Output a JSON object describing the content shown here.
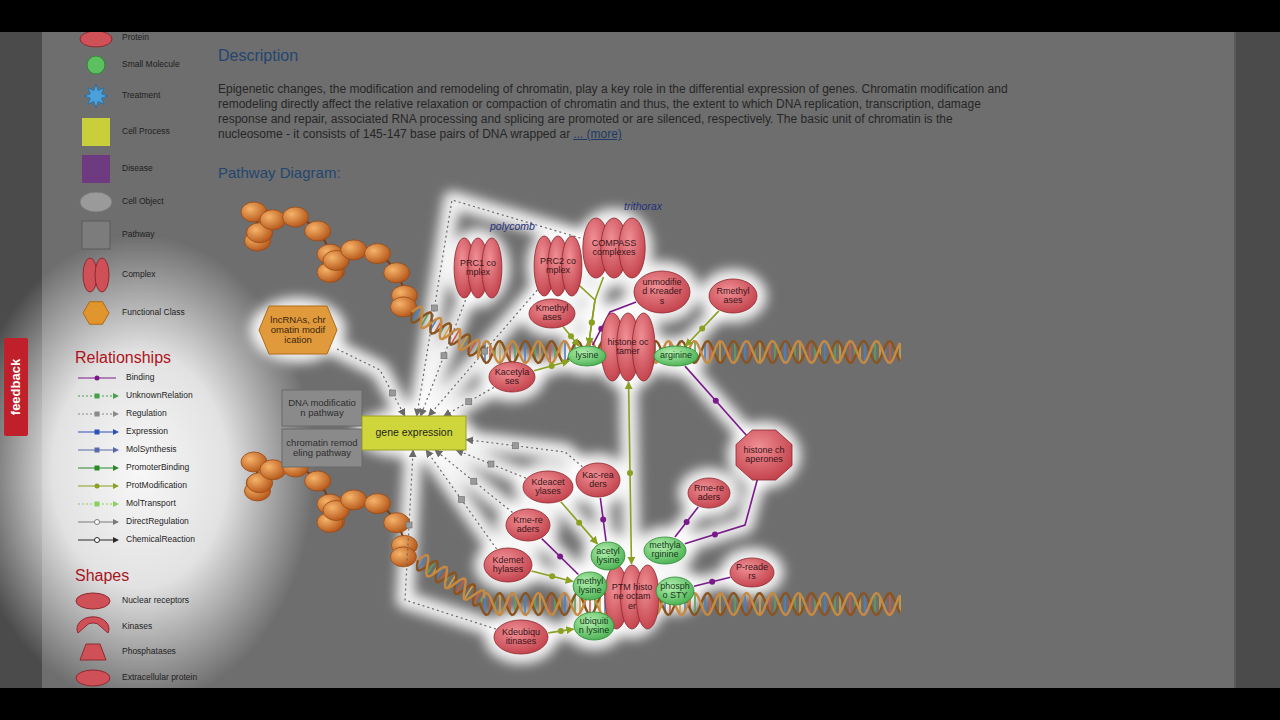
{
  "diagram": {
    "nodes": [
      {
        "text": [
          "PRC1 complex"
        ]
      },
      {
        "text": [
          "PRC2 complex"
        ]
      },
      {
        "text": [
          "COMPASS complexes"
        ]
      },
      {
        "text": [
          "unmodified Kreaders"
        ]
      },
      {
        "text": [
          "Rmethylases"
        ]
      },
      {
        "text": [
          "Kmethylases"
        ]
      },
      {
        "text": [
          "Kacetylases"
        ]
      },
      {
        "text": [
          "histone octamer"
        ]
      },
      {
        "text": [
          "lysine"
        ]
      },
      {
        "text": [
          "arginine"
        ]
      },
      {
        "text": [
          "lncRNAs, chromatin modification"
        ]
      },
      {
        "text": [
          "DNA modification pathway"
        ]
      },
      {
        "text": [
          "chromatin remodeling pathway"
        ]
      },
      {
        "text": [
          "gene expression"
        ]
      },
      {
        "text": [
          "histone chaperones"
        ]
      },
      {
        "text": [
          "Kdeacetylases"
        ]
      },
      {
        "text": [
          "Kac-readers"
        ]
      },
      {
        "text": [
          "Rme-readers"
        ]
      },
      {
        "text": [
          "Kme-readers"
        ]
      },
      {
        "text": [
          "Kdemethylases"
        ]
      },
      {
        "text": [
          "PTM histone octamer"
        ]
      },
      {
        "text": [
          "acetyl lysine"
        ]
      },
      {
        "text": [
          "methylarginine"
        ]
      },
      {
        "text": [
          "P-readers"
        ]
      },
      {
        "text": [
          "methyl lysine"
        ]
      },
      {
        "text": [
          "phospho STY"
        ]
      },
      {
        "text": [
          "ubiquitin lysine"
        ]
      },
      {
        "text": [
          "Kdeubiquitinases"
        ]
      }
    ],
    "edges": [
      {
        "from": 0,
        "to": 13,
        "arrow": "to"
      },
      {
        "from": 1,
        "to": 13,
        "arrow": "to"
      },
      {
        "from": 2,
        "to": 13,
        "arrow": "to"
      },
      {
        "from": 10,
        "to": 13,
        "arrow": "to"
      },
      {
        "from": 5,
        "to": 8,
        "arrow": "to"
      },
      {
        "from": 1,
        "to": 8,
        "arrow": "to"
      },
      {
        "from": 2,
        "to": 8,
        "arrow": "to"
      },
      {
        "from": 3,
        "to": 8,
        "arrow": "none"
      },
      {
        "from": 4,
        "to": 9,
        "arrow": "to"
      },
      {
        "from": 6,
        "to": 8,
        "arrow": "to"
      },
      {
        "from": 20,
        "to": 7,
        "arrow": "both"
      },
      {
        "from": 14,
        "to": 9,
        "arrow": "none"
      },
      {
        "from": 14,
        "to": 22,
        "arrow": "none"
      },
      {
        "from": 15,
        "to": 21,
        "arrow": "to"
      },
      {
        "from": 16,
        "to": 21,
        "arrow": "none"
      },
      {
        "from": 17,
        "to": 22,
        "arrow": "none"
      },
      {
        "from": 18,
        "to": 24,
        "arrow": "none"
      },
      {
        "from": 19,
        "to": 24,
        "arrow": "to"
      },
      {
        "from": 23,
        "to": 25,
        "arrow": "none"
      },
      {
        "from": 27,
        "to": 26,
        "arrow": "to"
      },
      {
        "from": 15,
        "to": 13,
        "arrow": "to"
      },
      {
        "from": 16,
        "to": 13,
        "arrow": "to"
      },
      {
        "from": 18,
        "to": 13,
        "arrow": "to"
      },
      {
        "from": 19,
        "to": 13,
        "arrow": "to"
      },
      {
        "from": 6,
        "to": 13,
        "arrow": "to"
      },
      {
        "from": 27,
        "to": 13,
        "arrow": "to"
      }
    ],
    "labels": [
      "Description",
      "Epigenetic changes, the modification and remodeling of chromatin, play a key role in the differential expression of genes. Chromatin modification and remodeling directly affect the relative relaxation or compaction of chromatin and thus, the extent to which DNA replication, transcription, damage response and repair, associated RNA processing and splicing are promoted or are silenced, respectively. The basic unit of chromatin is the nucleosome - it consists of 145-147 base pairs of DNA wrapped ar",
      "... (more)",
      "Pathway Diagram:",
      "polycomb",
      "trithorax",
      "Relationships",
      "Shapes",
      "feedback"
    ],
    "legend": [
      {
        "text": "Protein"
      },
      {
        "text": "Small Molecule"
      },
      {
        "text": "Treatment"
      },
      {
        "text": "Cell Process"
      },
      {
        "text": "Disease"
      },
      {
        "text": "Cell Object"
      },
      {
        "text": "Pathway"
      },
      {
        "text": "Complex"
      },
      {
        "text": "Functional Class"
      },
      {
        "text": "Binding"
      },
      {
        "text": "UnknownRelation"
      },
      {
        "text": "Regulation"
      },
      {
        "text": "Expression"
      },
      {
        "text": "MolSynthesis"
      },
      {
        "text": "PromoterBinding"
      },
      {
        "text": "ProtModification"
      },
      {
        "text": "MolTransport"
      },
      {
        "text": "DirectRegulation"
      },
      {
        "text": "ChemicalReaction"
      },
      {
        "text": "Nuclear receptors"
      },
      {
        "text": "Kinases"
      },
      {
        "text": "Phosphatases"
      },
      {
        "text": "Extracellular protein"
      }
    ]
  }
}
